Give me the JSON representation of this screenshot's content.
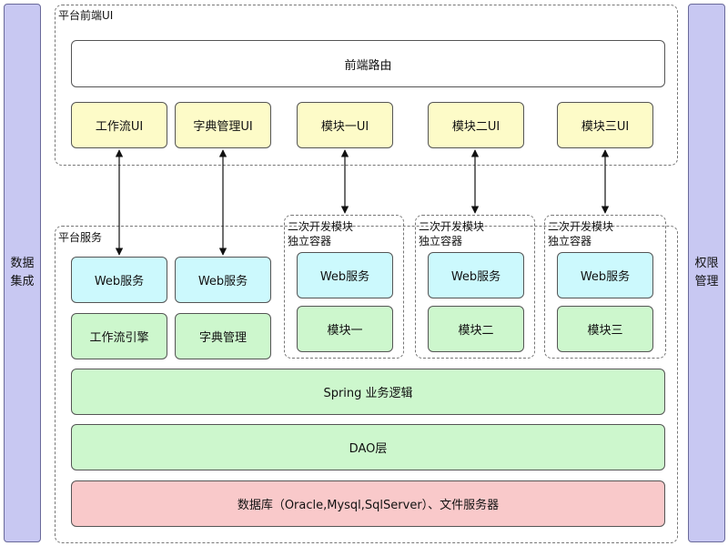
{
  "left_sidebar": {
    "line1": "数据",
    "line2": "集成"
  },
  "right_sidebar": {
    "line1": "权限",
    "line2": "管理"
  },
  "frontend": {
    "title": "平台前端UI",
    "router": "前端路由",
    "modules": [
      "工作流UI",
      "字典管理UI",
      "模块一UI",
      "模块二UI",
      "模块三UI"
    ]
  },
  "services": {
    "title": "平台服务",
    "web_service_1": "Web服务",
    "web_service_2": "Web服务",
    "workflow_engine": "工作流引擎",
    "dictionary_mgmt": "字典管理",
    "containers": [
      {
        "title_line1": "二次开发模块",
        "title_line2": "独立容器",
        "web": "Web服务",
        "module": "模块一"
      },
      {
        "title_line1": "二次开发模块",
        "title_line2": "独立容器",
        "web": "Web服务",
        "module": "模块二"
      },
      {
        "title_line1": "二次开发模块",
        "title_line2": "独立容器",
        "web": "Web服务",
        "module": "模块三"
      }
    ],
    "spring_logic": "Spring 业务逻辑",
    "dao": "DAO层",
    "database": "数据库（Oracle,Mysql,SqlServer）、文件服务器"
  }
}
